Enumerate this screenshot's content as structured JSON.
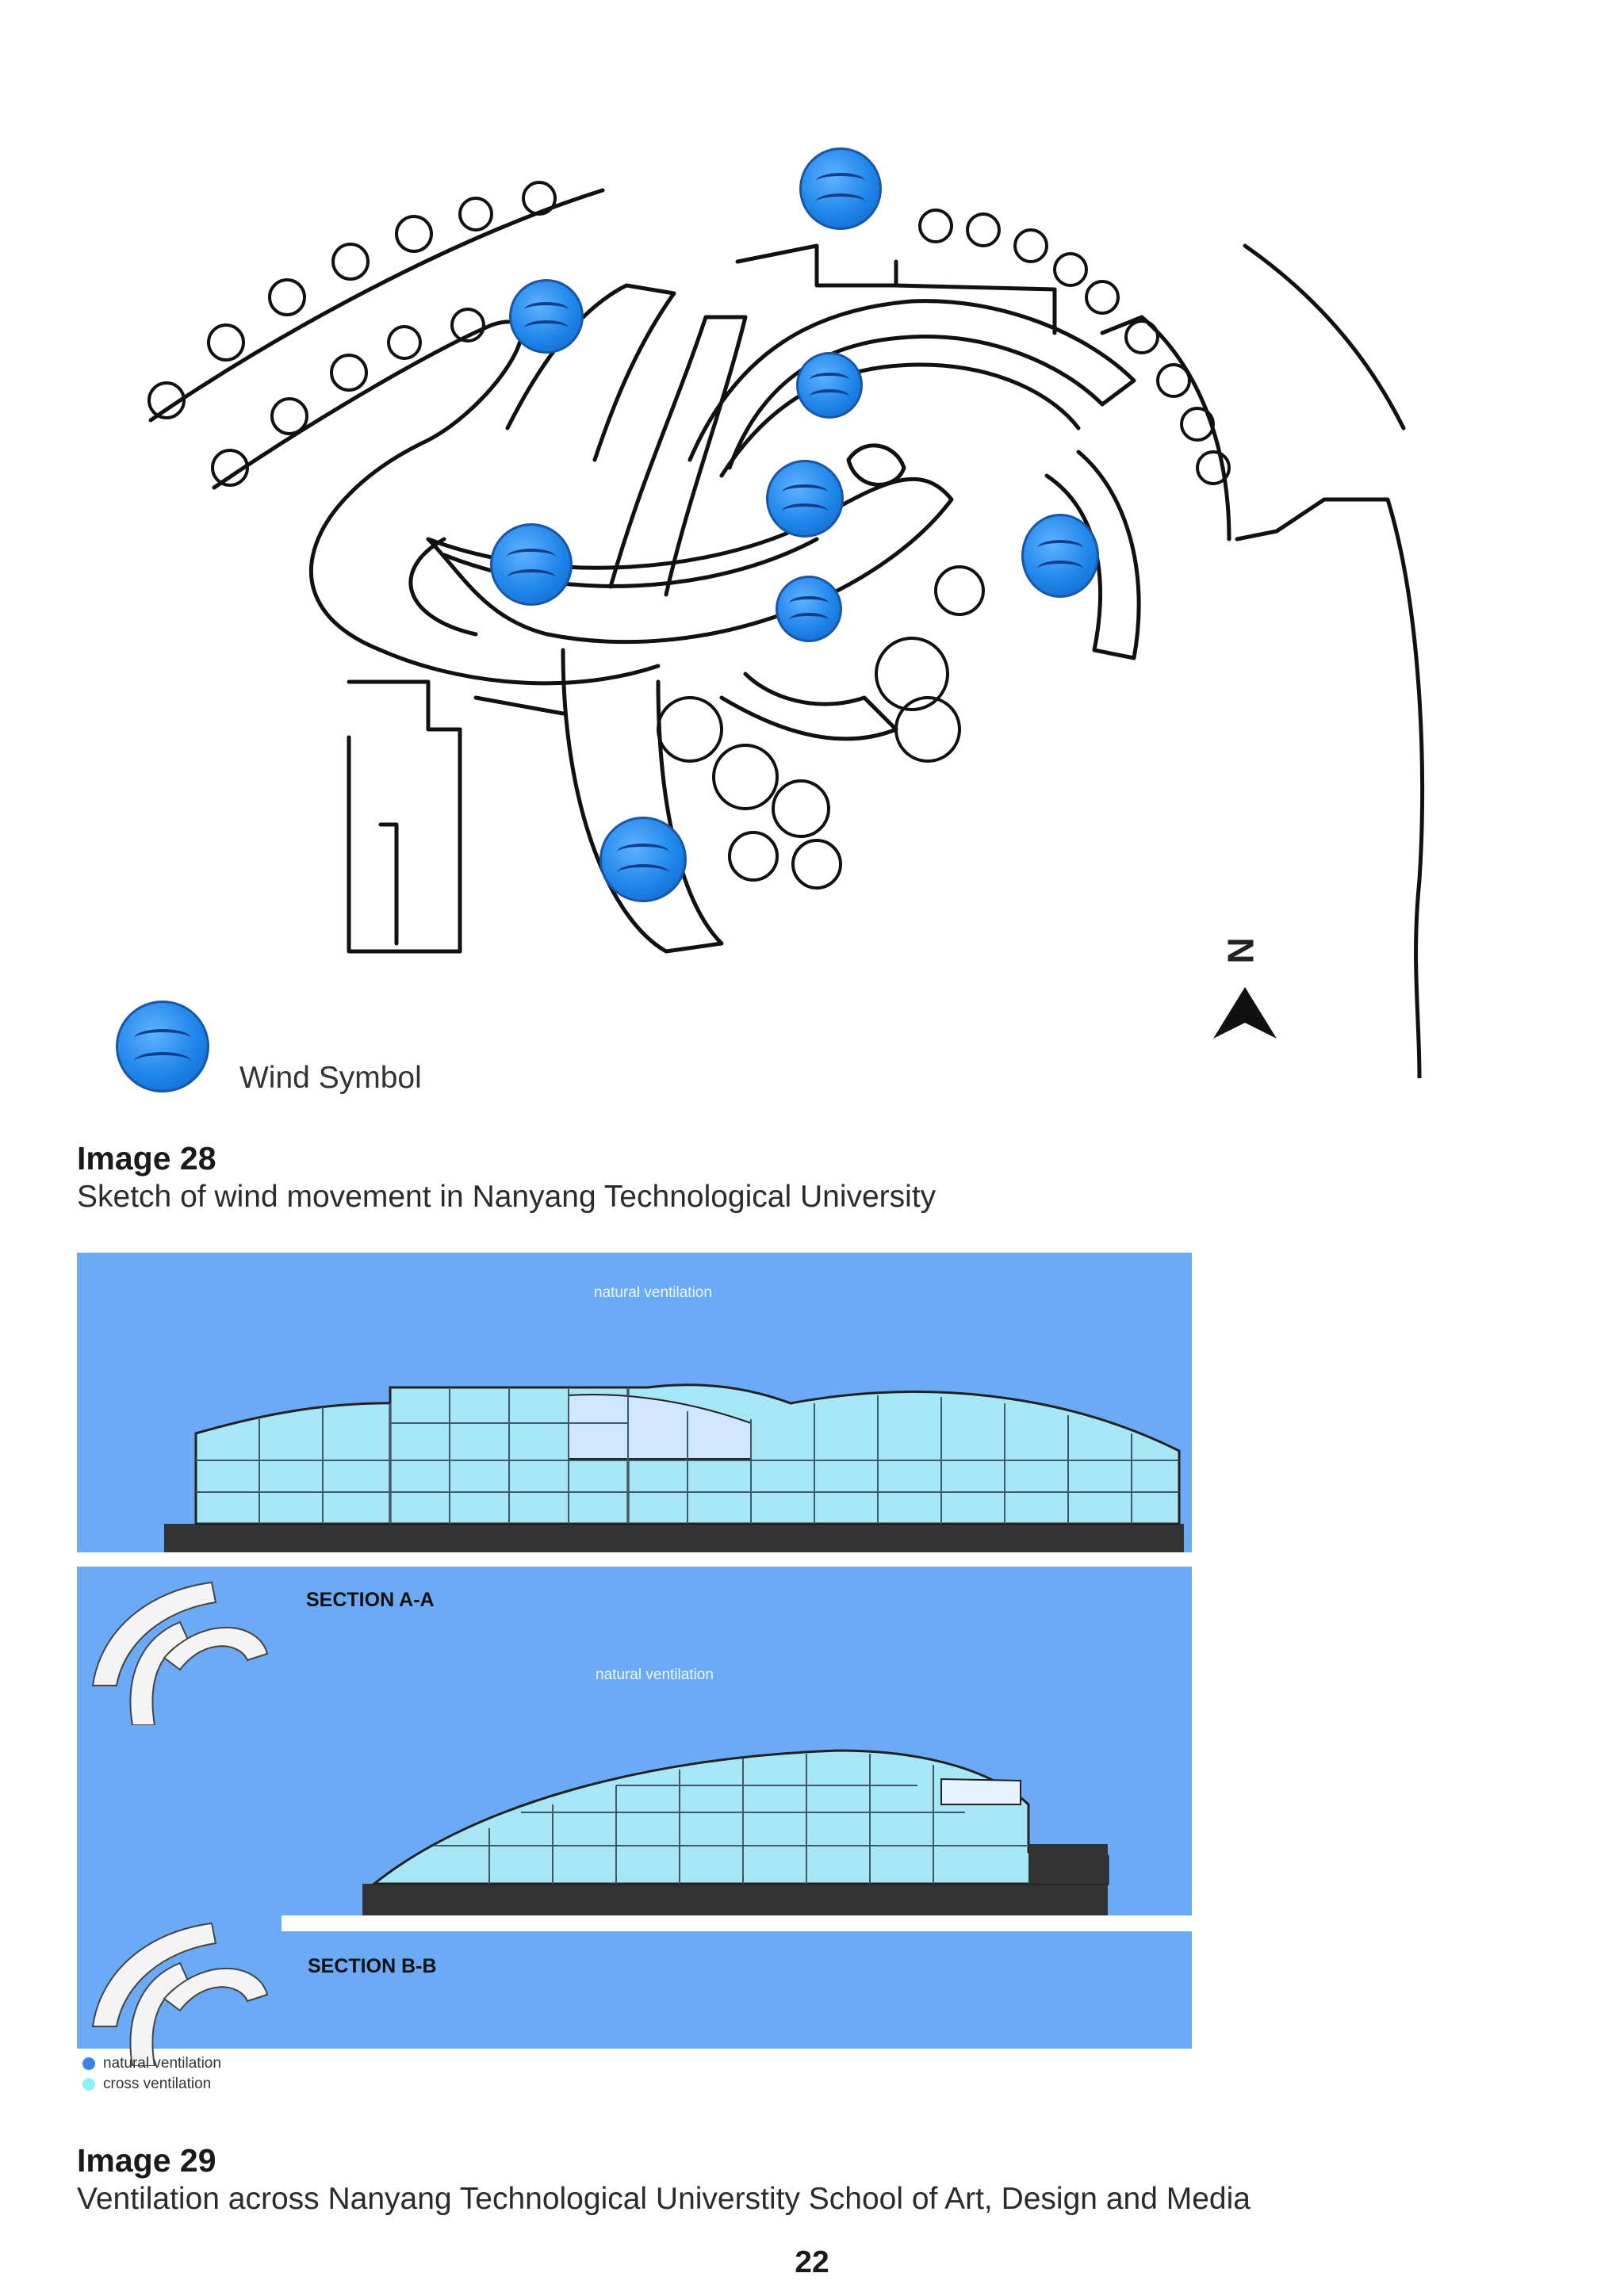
{
  "sketch": {
    "legend_label": "Wind Symbol",
    "north_label": "N"
  },
  "image28": {
    "title": "Image 28",
    "caption": "Sketch of wind movement in Nanyang Technological University"
  },
  "sections": {
    "top_label": "natural ventilation",
    "section_a_label": "SECTION A-A",
    "middle_label": "natural ventilation",
    "section_b_label": "SECTION B-B",
    "panel_color": "#6aaaf6",
    "interior_color": "#a6e6f5"
  },
  "legend": {
    "items": [
      {
        "label": "natural ventilation",
        "color": "#3b84e6"
      },
      {
        "label": "cross ventilation",
        "color": "#8ff0f5"
      }
    ]
  },
  "image29": {
    "title": "Image 29",
    "caption": "Ventilation across Nanyang Technological Universtity School of Art, Design and Media"
  },
  "page": {
    "number": "22"
  }
}
